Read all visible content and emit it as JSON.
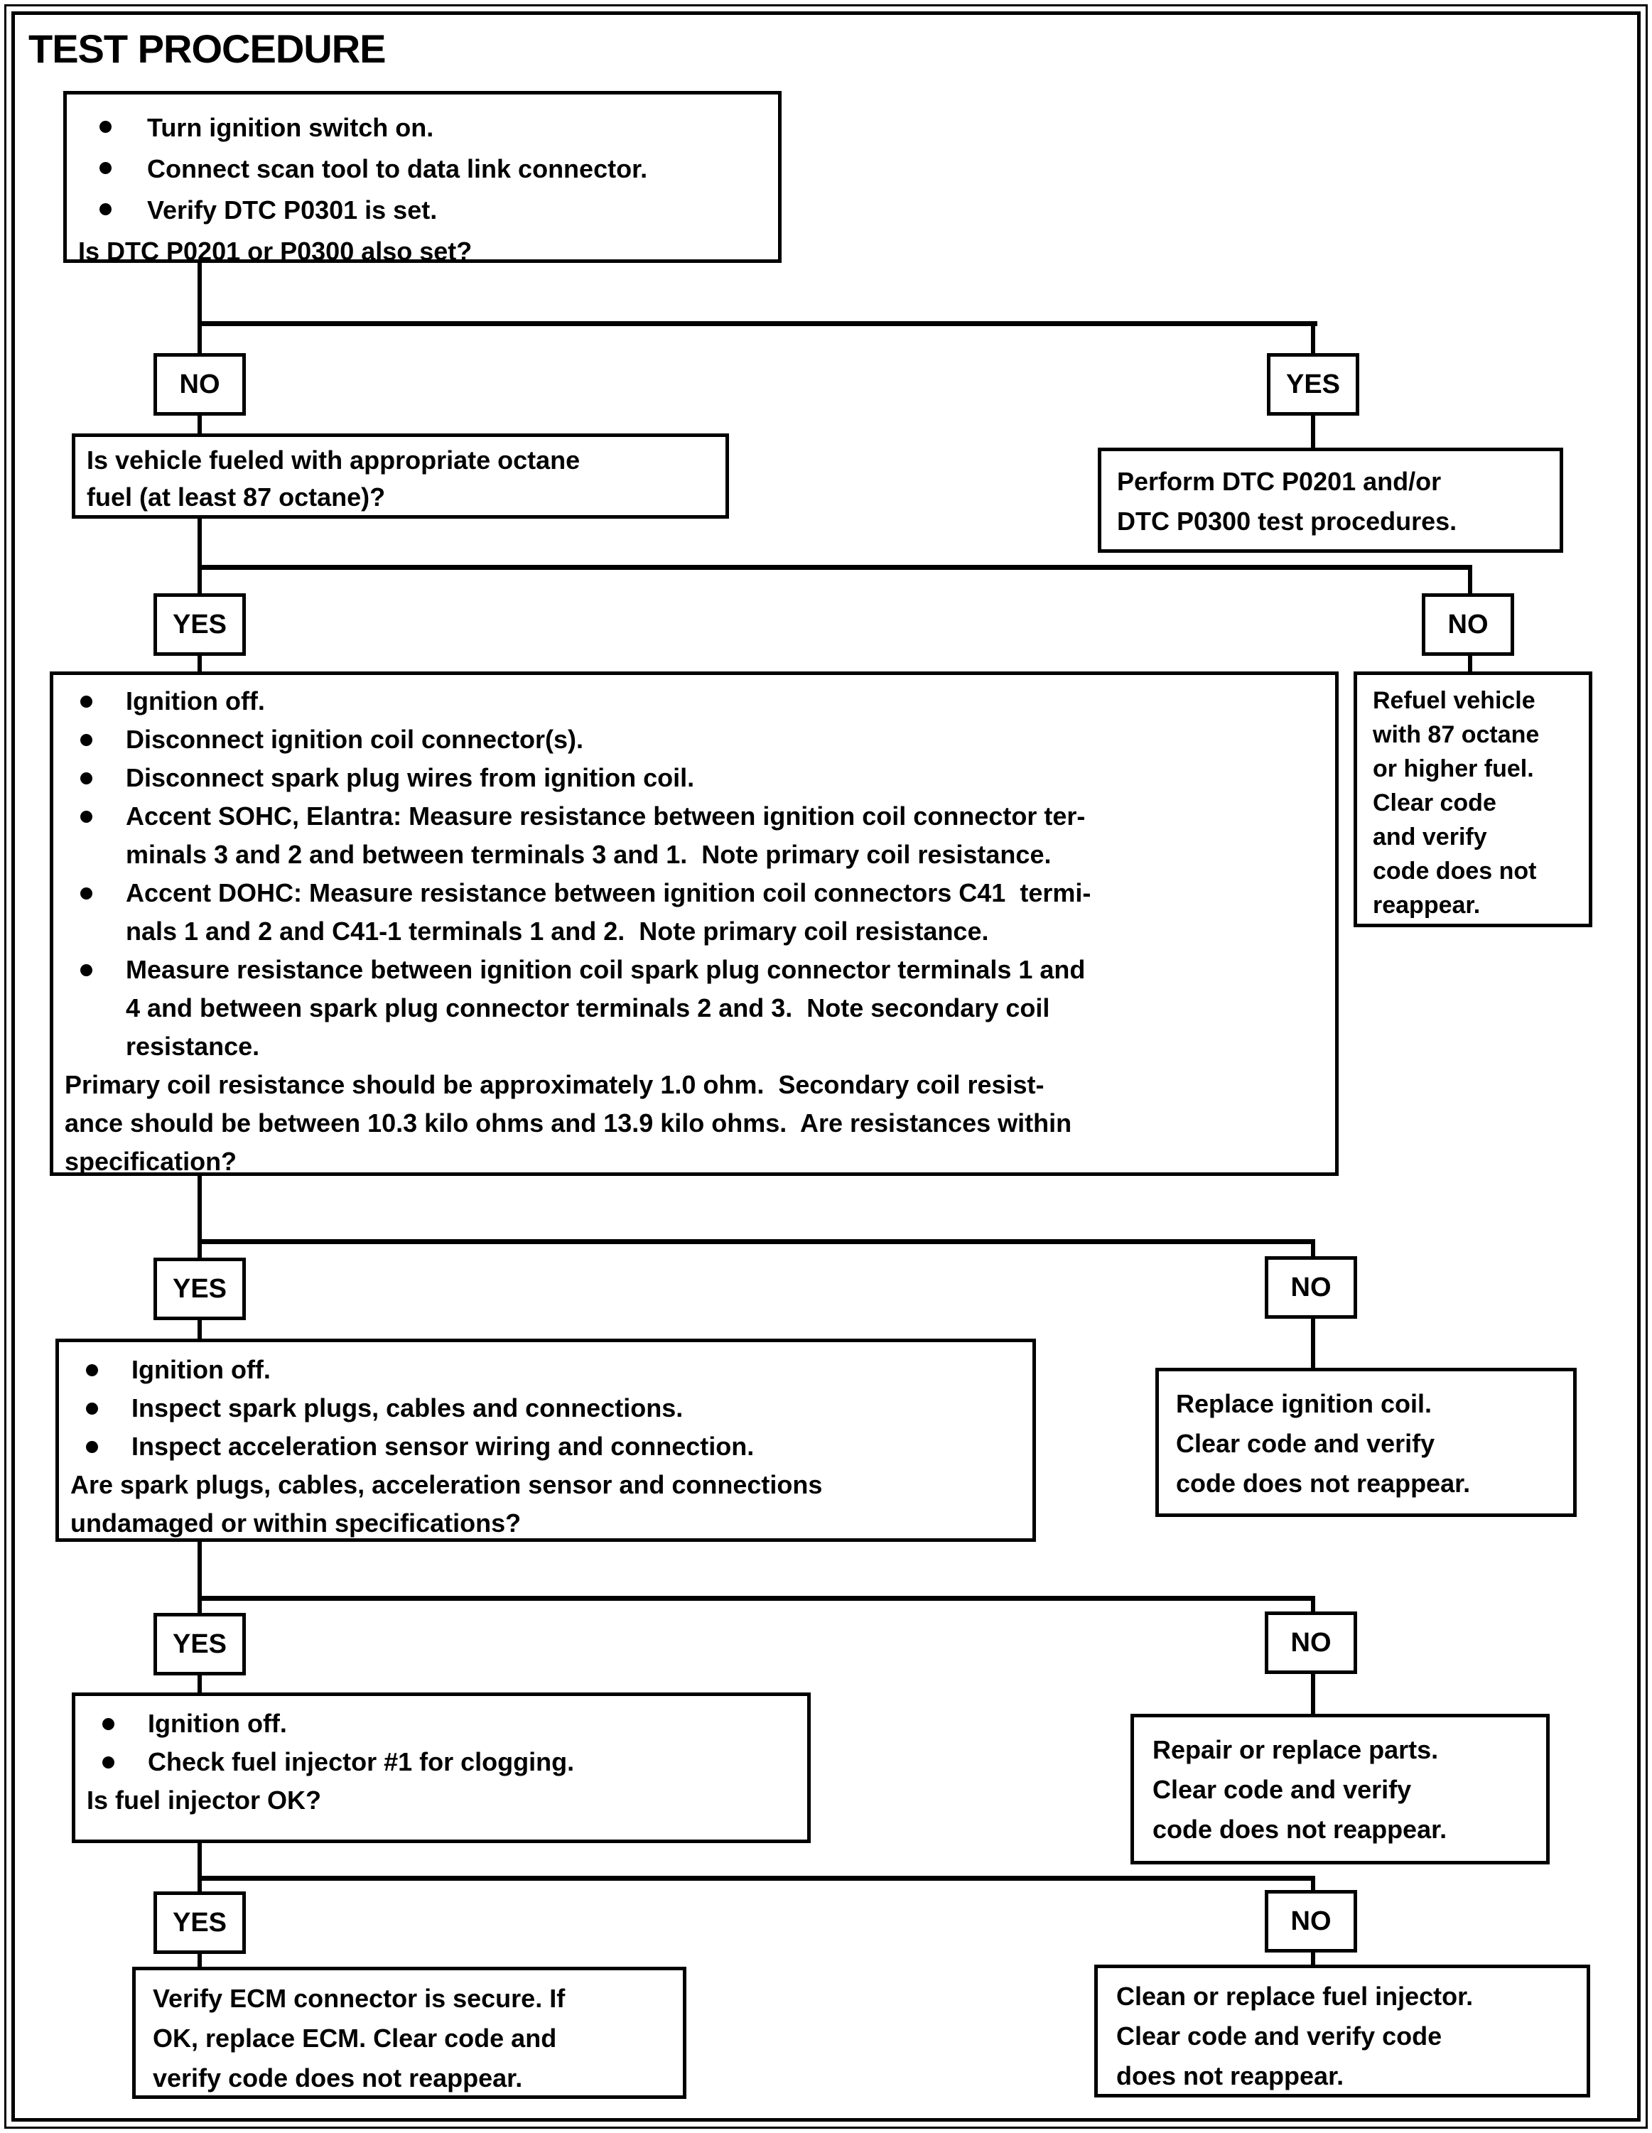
{
  "title": "TEST PROCEDURE",
  "colors": {
    "ink": "#000000",
    "paper": "#ffffff"
  },
  "labels": {
    "yes": "YES",
    "no": "NO"
  },
  "nodes": {
    "start": {
      "bullets": [
        "Turn ignition switch on.",
        "Connect scan tool to data link connector.",
        "Verify DTC P0301 is set."
      ],
      "question": "Is DTC P0201 or P0300 also set?"
    },
    "octane": {
      "text": "Is vehicle fueled with appropriate octane\nfuel (at least 87 octane)?"
    },
    "perform_dtc": {
      "text": "Perform DTC P0201 and/or\nDTC P0300 test procedures."
    },
    "coil_test": {
      "bullets": [
        "Ignition off.",
        "Disconnect ignition coil connector(s).",
        "Disconnect spark plug wires from ignition coil.",
        "Accent SOHC, Elantra: Measure resistance between ignition coil connector ter-\nminals 3 and 2 and between terminals 3 and 1.  Note primary coil resistance.",
        "Accent DOHC: Measure resistance between ignition coil connectors C41  termi-\nnals 1 and 2 and C41-1 terminals 1 and 2.  Note primary coil resistance.",
        "Measure resistance between ignition coil spark plug connector terminals 1 and\n4 and between spark plug connector terminals 2 and 3.  Note secondary coil\nresistance."
      ],
      "question": "Primary coil resistance should be approximately 1.0 ohm.  Secondary coil resist-\nance should be between 10.3 kilo ohms and 13.9 kilo ohms.  Are resistances within\nspecification?"
    },
    "refuel": {
      "text": "Refuel vehicle\nwith 87 octane\nor higher fuel.\nClear code\nand verify\ncode does not\nreappear."
    },
    "inspect": {
      "bullets": [
        "Ignition off.",
        "Inspect spark plugs, cables and connections.",
        "Inspect acceleration sensor wiring and connection."
      ],
      "question": "Are spark plugs, cables, acceleration sensor and connections\nundamaged or within specifications?"
    },
    "replace_coil": {
      "text": "Replace ignition coil.\nClear code and verify\ncode does not reappear."
    },
    "injector": {
      "bullets": [
        "Ignition off.",
        "Check fuel injector #1 for clogging."
      ],
      "question": "Is fuel injector OK?"
    },
    "repair_parts": {
      "text": "Repair or replace parts.\nClear code and verify\ncode does not reappear."
    },
    "verify_ecm": {
      "text": "Verify ECM connector is secure. If\nOK, replace ECM. Clear code and\nverify code does not reappear."
    },
    "clean_injector": {
      "text": "Clean or replace fuel injector.\nClear code and verify code\ndoes not reappear."
    }
  }
}
